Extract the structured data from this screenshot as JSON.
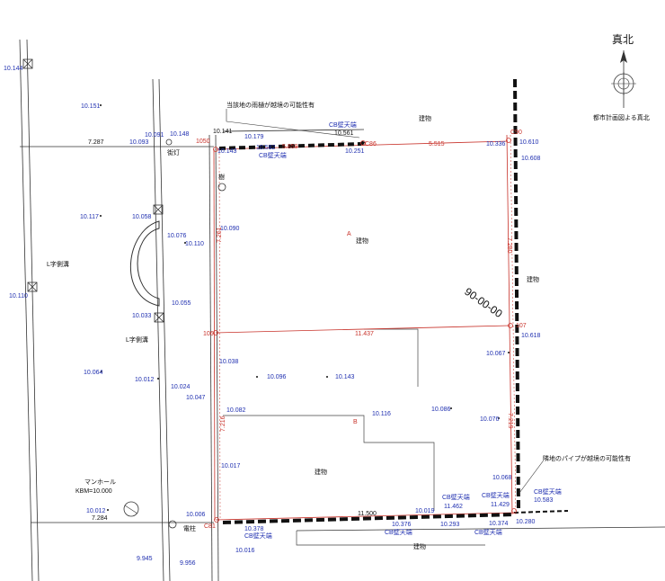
{
  "north": {
    "title": "真北",
    "caption": "都市計画図よる真北"
  },
  "notes": {
    "gutter": "当該地の雨樋が越境の可能性有",
    "pipe": "隣地のパイプが越境の可能性有"
  },
  "parcels": {
    "a": "A",
    "b": "B"
  },
  "angle": "90-00-00",
  "labels": {
    "building": "建物",
    "cb_wall": "CB壁天端",
    "street_light": "街灯",
    "tree": "樹",
    "l_ditch": "L字側溝",
    "manhole": "マンホール",
    "kbm": "KBM=10.000",
    "pole": "電柱"
  },
  "points": {
    "p1050": "1050",
    "c86": "C86",
    "c90": "C90",
    "p106": "106",
    "p107": "107",
    "c81": "C81"
  },
  "dims": {
    "top_left": "5.859",
    "top_right": "5.515",
    "left_upper": "7.261",
    "right_upper": "7.280",
    "mid": "11.437",
    "left_lower": "7.216",
    "right_lower": "7.219",
    "bottom": "11.500",
    "road_upper": "7.287",
    "road_lower": "7.284"
  },
  "elevations": {
    "e10144": "10.144",
    "e10151": "10.151",
    "e10091": "10.091",
    "e10148": "10.148",
    "e10141": "10.141",
    "e10093": "10.093",
    "e10582": "10.582",
    "e10179": "10.179",
    "e10143a": "10.143",
    "e10561": "10.561",
    "e10251": "10.251",
    "e10336": "10.336",
    "e10610": "10.610",
    "e10608": "10.608",
    "e10117": "10.117",
    "e10058": "10.058",
    "e10090": "10.090",
    "e10076a": "10.076",
    "e10110a": "10.110",
    "e10110b": "10.110",
    "e10055": "10.055",
    "e10033": "10.033",
    "e10618": "10.618",
    "e10067": "10.067",
    "e10038": "10.038",
    "e10096": "10.096",
    "e10143b": "10.143",
    "e10064": "10.064",
    "e10012a": "10.012",
    "e10024": "10.024",
    "e10047": "10.047",
    "e10082": "10.082",
    "e10116": "10.116",
    "e10086": "10.086",
    "e10076b": "10.076",
    "e10017": "10.017",
    "e10068": "10.068",
    "e10583": "10.583",
    "e10006": "10.006",
    "e11462": "11.462",
    "e11429": "11.429",
    "e10019": "10.019",
    "e10012b": "10.012",
    "e10378": "10.378",
    "e10376": "10.376",
    "e10293": "10.293",
    "e10374": "10.374",
    "e10280": "10.280",
    "e10016": "10.016",
    "e9945": "9.945",
    "e9956": "9.956"
  }
}
